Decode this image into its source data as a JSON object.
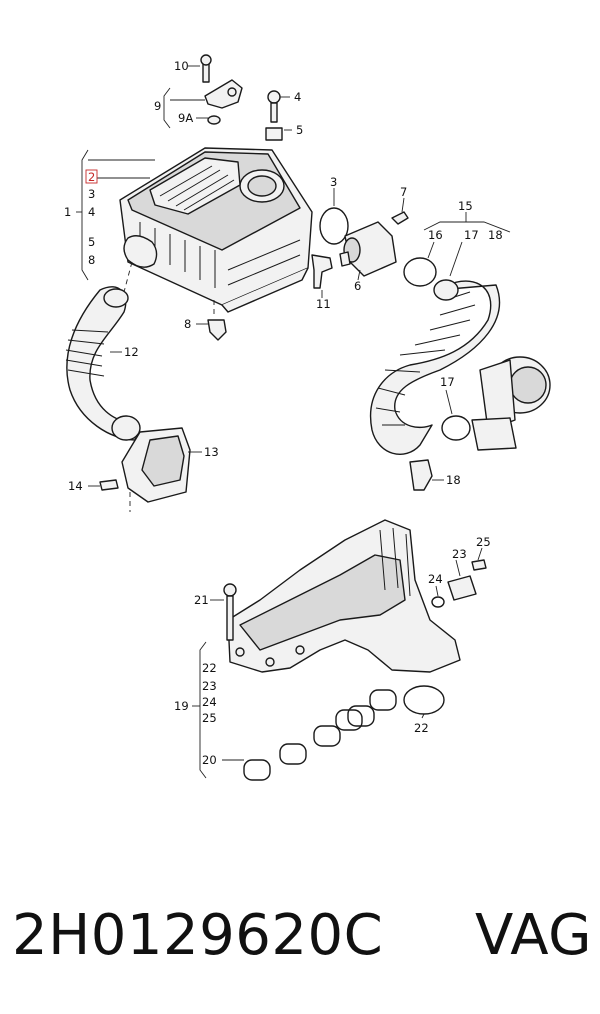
{
  "footer": {
    "part_number": "2H0129620C",
    "brand": "VAG"
  },
  "callouts": {
    "c1": "1",
    "c2": "2",
    "c3a": "3",
    "c4a": "4",
    "c5a": "5",
    "c8a": "8",
    "c3b": "3",
    "c4b": "4",
    "c5b": "5",
    "c6": "6",
    "c7": "7",
    "c8b": "8",
    "c9": "9",
    "c9a": "9A",
    "c10": "10",
    "c11": "11",
    "c12": "12",
    "c13": "13",
    "c14": "14",
    "c15": "15",
    "c16": "16",
    "c17a": "17",
    "c18a": "18",
    "c17b": "17",
    "c18b": "18",
    "c19": "19",
    "c20": "20",
    "c21": "21",
    "c22a": "22",
    "c23a": "23",
    "c24a": "24",
    "c25a": "25",
    "c22b": "22",
    "c23b": "23",
    "c24b": "24",
    "c25b": "25"
  },
  "colors": {
    "highlight": "#c62828",
    "line": "#1a1a1a"
  }
}
